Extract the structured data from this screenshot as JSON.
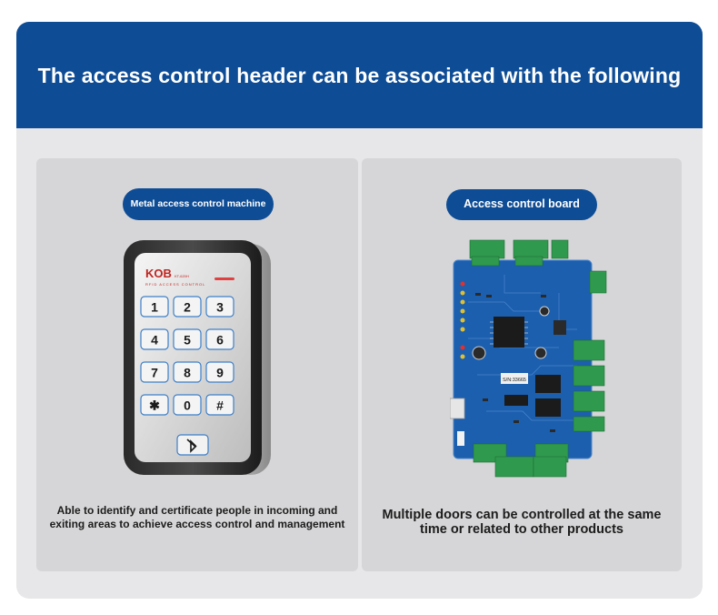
{
  "header": {
    "title": "The access control header can be associated with the following"
  },
  "cards": [
    {
      "label": "Metal access control machine",
      "description": "Able to identify and certificate people in incoming and exiting areas to achieve access control and management",
      "device": {
        "brand": "KOB",
        "model": "KT-620H",
        "subtitle": "RFID ACCESS CONTROL",
        "keys": [
          "1",
          "2",
          "3",
          "4",
          "5",
          "6",
          "7",
          "8",
          "9",
          "✱",
          "0",
          "#"
        ]
      }
    },
    {
      "label": "Access control board",
      "description": "Multiple doors can be controlled at the same time or related to other products",
      "board": {
        "serial": "S/N:33665"
      }
    }
  ],
  "colors": {
    "accent": "#0e4d96",
    "panel": "#e7e7e9",
    "card": "#d6d6d8",
    "pcb": "#1c5fae",
    "terminal": "#2f9a4e"
  }
}
